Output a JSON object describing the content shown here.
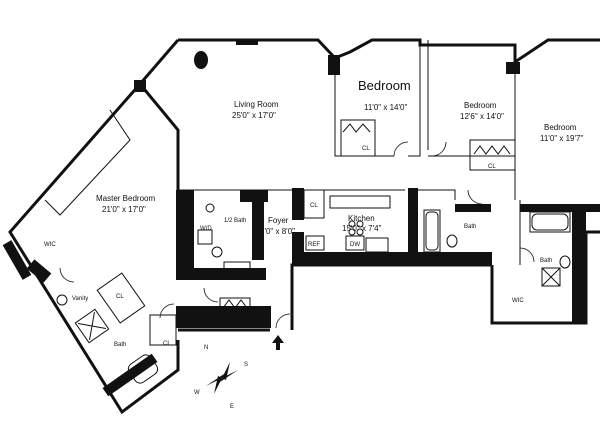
{
  "rooms": {
    "living_room": {
      "name": "Living Room",
      "dims": "25'0\" x 17'0\""
    },
    "bedroom_1": {
      "name": "Bedroom",
      "dims": "11'0\" x 14'0\""
    },
    "bedroom_2": {
      "name": "Bedroom",
      "dims": "12'6\" x 14'0\""
    },
    "bedroom_3": {
      "name": "Bedroom",
      "dims": "11'0\" x 19'7\""
    },
    "master_bedroom": {
      "name": "Master Bedroom",
      "dims": "21'0\" x 17'0\""
    },
    "foyer": {
      "name": "Foyer",
      "dims": "7'0\" x 8'0\""
    },
    "kitchen": {
      "name": "Kitchen",
      "dims": "15'0\" x 7'4\""
    }
  },
  "fixtures": {
    "half_bath": "1/2 Bath",
    "wd": "W/D",
    "bath": "Bath",
    "vanity": "Vanity",
    "wic": "WIC",
    "closet": "CL",
    "refrigerator": "REF",
    "dishwasher": "DW"
  },
  "compass": {
    "n": "N",
    "s": "S",
    "e": "E",
    "w": "W"
  }
}
